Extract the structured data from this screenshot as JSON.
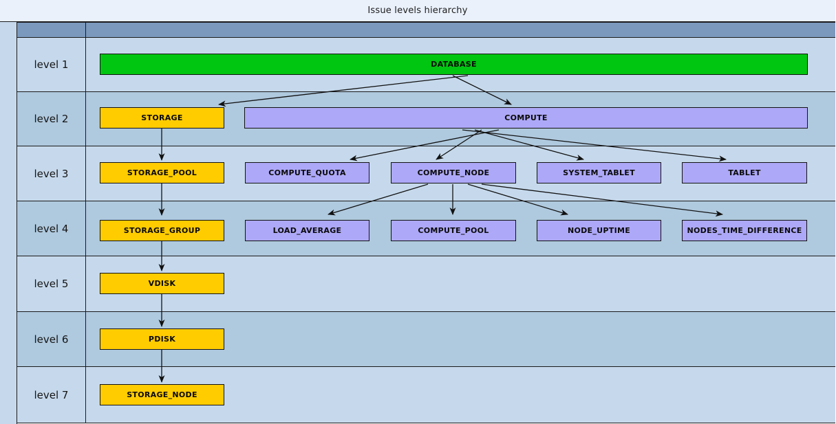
{
  "diagram": {
    "title": "Issue levels hierarchy",
    "level_column_header": "",
    "content_column_header": "",
    "colors": {
      "title_band": "#eaf1fb",
      "header_band": "#7b99bd",
      "row_light": "#c6d9ec",
      "row_dark": "#afc9de",
      "node_green": "#00c611",
      "node_yellow": "#ffcc00",
      "node_purple": "#ada8f7",
      "border": "#111111"
    },
    "rows": [
      {
        "label": "level 1",
        "shade": "light"
      },
      {
        "label": "level 2",
        "shade": "dark"
      },
      {
        "label": "level 3",
        "shade": "light"
      },
      {
        "label": "level 4",
        "shade": "dark"
      },
      {
        "label": "level 5",
        "shade": "light"
      },
      {
        "label": "level 6",
        "shade": "dark"
      },
      {
        "label": "level 7",
        "shade": "light"
      }
    ],
    "nodes": [
      {
        "id": "database",
        "label": "DATABASE",
        "level": 1,
        "color": "green"
      },
      {
        "id": "storage",
        "label": "STORAGE",
        "level": 2,
        "color": "yellow"
      },
      {
        "id": "compute",
        "label": "COMPUTE",
        "level": 2,
        "color": "purple"
      },
      {
        "id": "storage_pool",
        "label": "STORAGE_POOL",
        "level": 3,
        "color": "yellow"
      },
      {
        "id": "compute_quota",
        "label": "COMPUTE_QUOTA",
        "level": 3,
        "color": "purple"
      },
      {
        "id": "compute_node",
        "label": "COMPUTE_NODE",
        "level": 3,
        "color": "purple"
      },
      {
        "id": "system_tablet",
        "label": "SYSTEM_TABLET",
        "level": 3,
        "color": "purple"
      },
      {
        "id": "tablet",
        "label": "TABLET",
        "level": 3,
        "color": "purple"
      },
      {
        "id": "storage_group",
        "label": "STORAGE_GROUP",
        "level": 4,
        "color": "yellow"
      },
      {
        "id": "load_average",
        "label": "LOAD_AVERAGE",
        "level": 4,
        "color": "purple"
      },
      {
        "id": "compute_pool",
        "label": "COMPUTE_POOL",
        "level": 4,
        "color": "purple"
      },
      {
        "id": "node_uptime",
        "label": "NODE_UPTIME",
        "level": 4,
        "color": "purple"
      },
      {
        "id": "nodes_time_difference",
        "label": "NODES_TIME_DIFFERENCE",
        "level": 4,
        "color": "purple"
      },
      {
        "id": "vdisk",
        "label": "VDISK",
        "level": 5,
        "color": "yellow"
      },
      {
        "id": "pdisk",
        "label": "PDISK",
        "level": 6,
        "color": "yellow"
      },
      {
        "id": "storage_node",
        "label": "STORAGE_NODE",
        "level": 7,
        "color": "yellow"
      }
    ],
    "edges": [
      {
        "from": "database",
        "to": "storage"
      },
      {
        "from": "database",
        "to": "compute"
      },
      {
        "from": "storage",
        "to": "storage_pool"
      },
      {
        "from": "compute",
        "to": "compute_quota"
      },
      {
        "from": "compute",
        "to": "compute_node"
      },
      {
        "from": "compute",
        "to": "system_tablet"
      },
      {
        "from": "compute",
        "to": "tablet"
      },
      {
        "from": "storage_pool",
        "to": "storage_group"
      },
      {
        "from": "compute_node",
        "to": "load_average"
      },
      {
        "from": "compute_node",
        "to": "compute_pool"
      },
      {
        "from": "compute_node",
        "to": "node_uptime"
      },
      {
        "from": "compute_node",
        "to": "nodes_time_difference"
      },
      {
        "from": "storage_group",
        "to": "vdisk"
      },
      {
        "from": "vdisk",
        "to": "pdisk"
      },
      {
        "from": "pdisk",
        "to": "storage_node"
      }
    ]
  }
}
